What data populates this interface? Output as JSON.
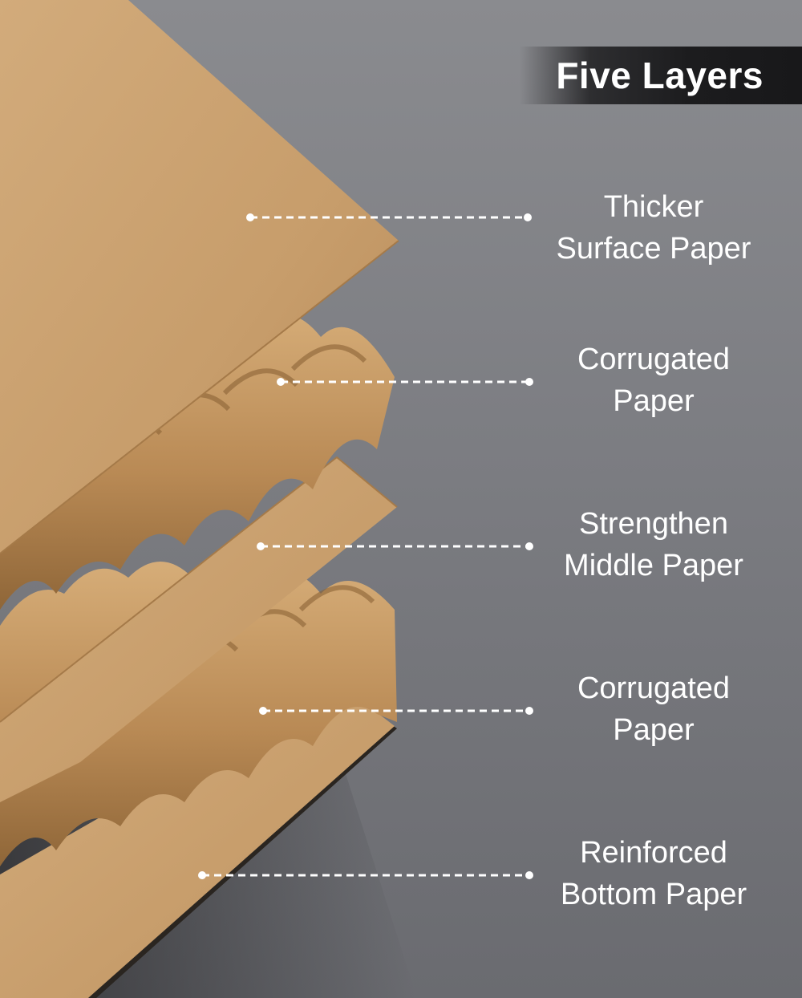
{
  "title": "Five Layers",
  "colors": {
    "kraft": "#c49a68",
    "kraft_dark": "#a67a48",
    "kraft_light": "#d4ae7e",
    "leader_line": "#ffffff",
    "title_banner": "#1c1c1e",
    "background": "#7c7d82"
  },
  "layers": [
    {
      "line1": "Thicker",
      "line2": "Surface Paper"
    },
    {
      "line1": "Corrugated",
      "line2": "Paper"
    },
    {
      "line1": "Strengthen",
      "line2": "Middle Paper"
    },
    {
      "line1": "Corrugated",
      "line2": "Paper"
    },
    {
      "line1": "Reinforced",
      "line2": "Bottom Paper"
    }
  ]
}
